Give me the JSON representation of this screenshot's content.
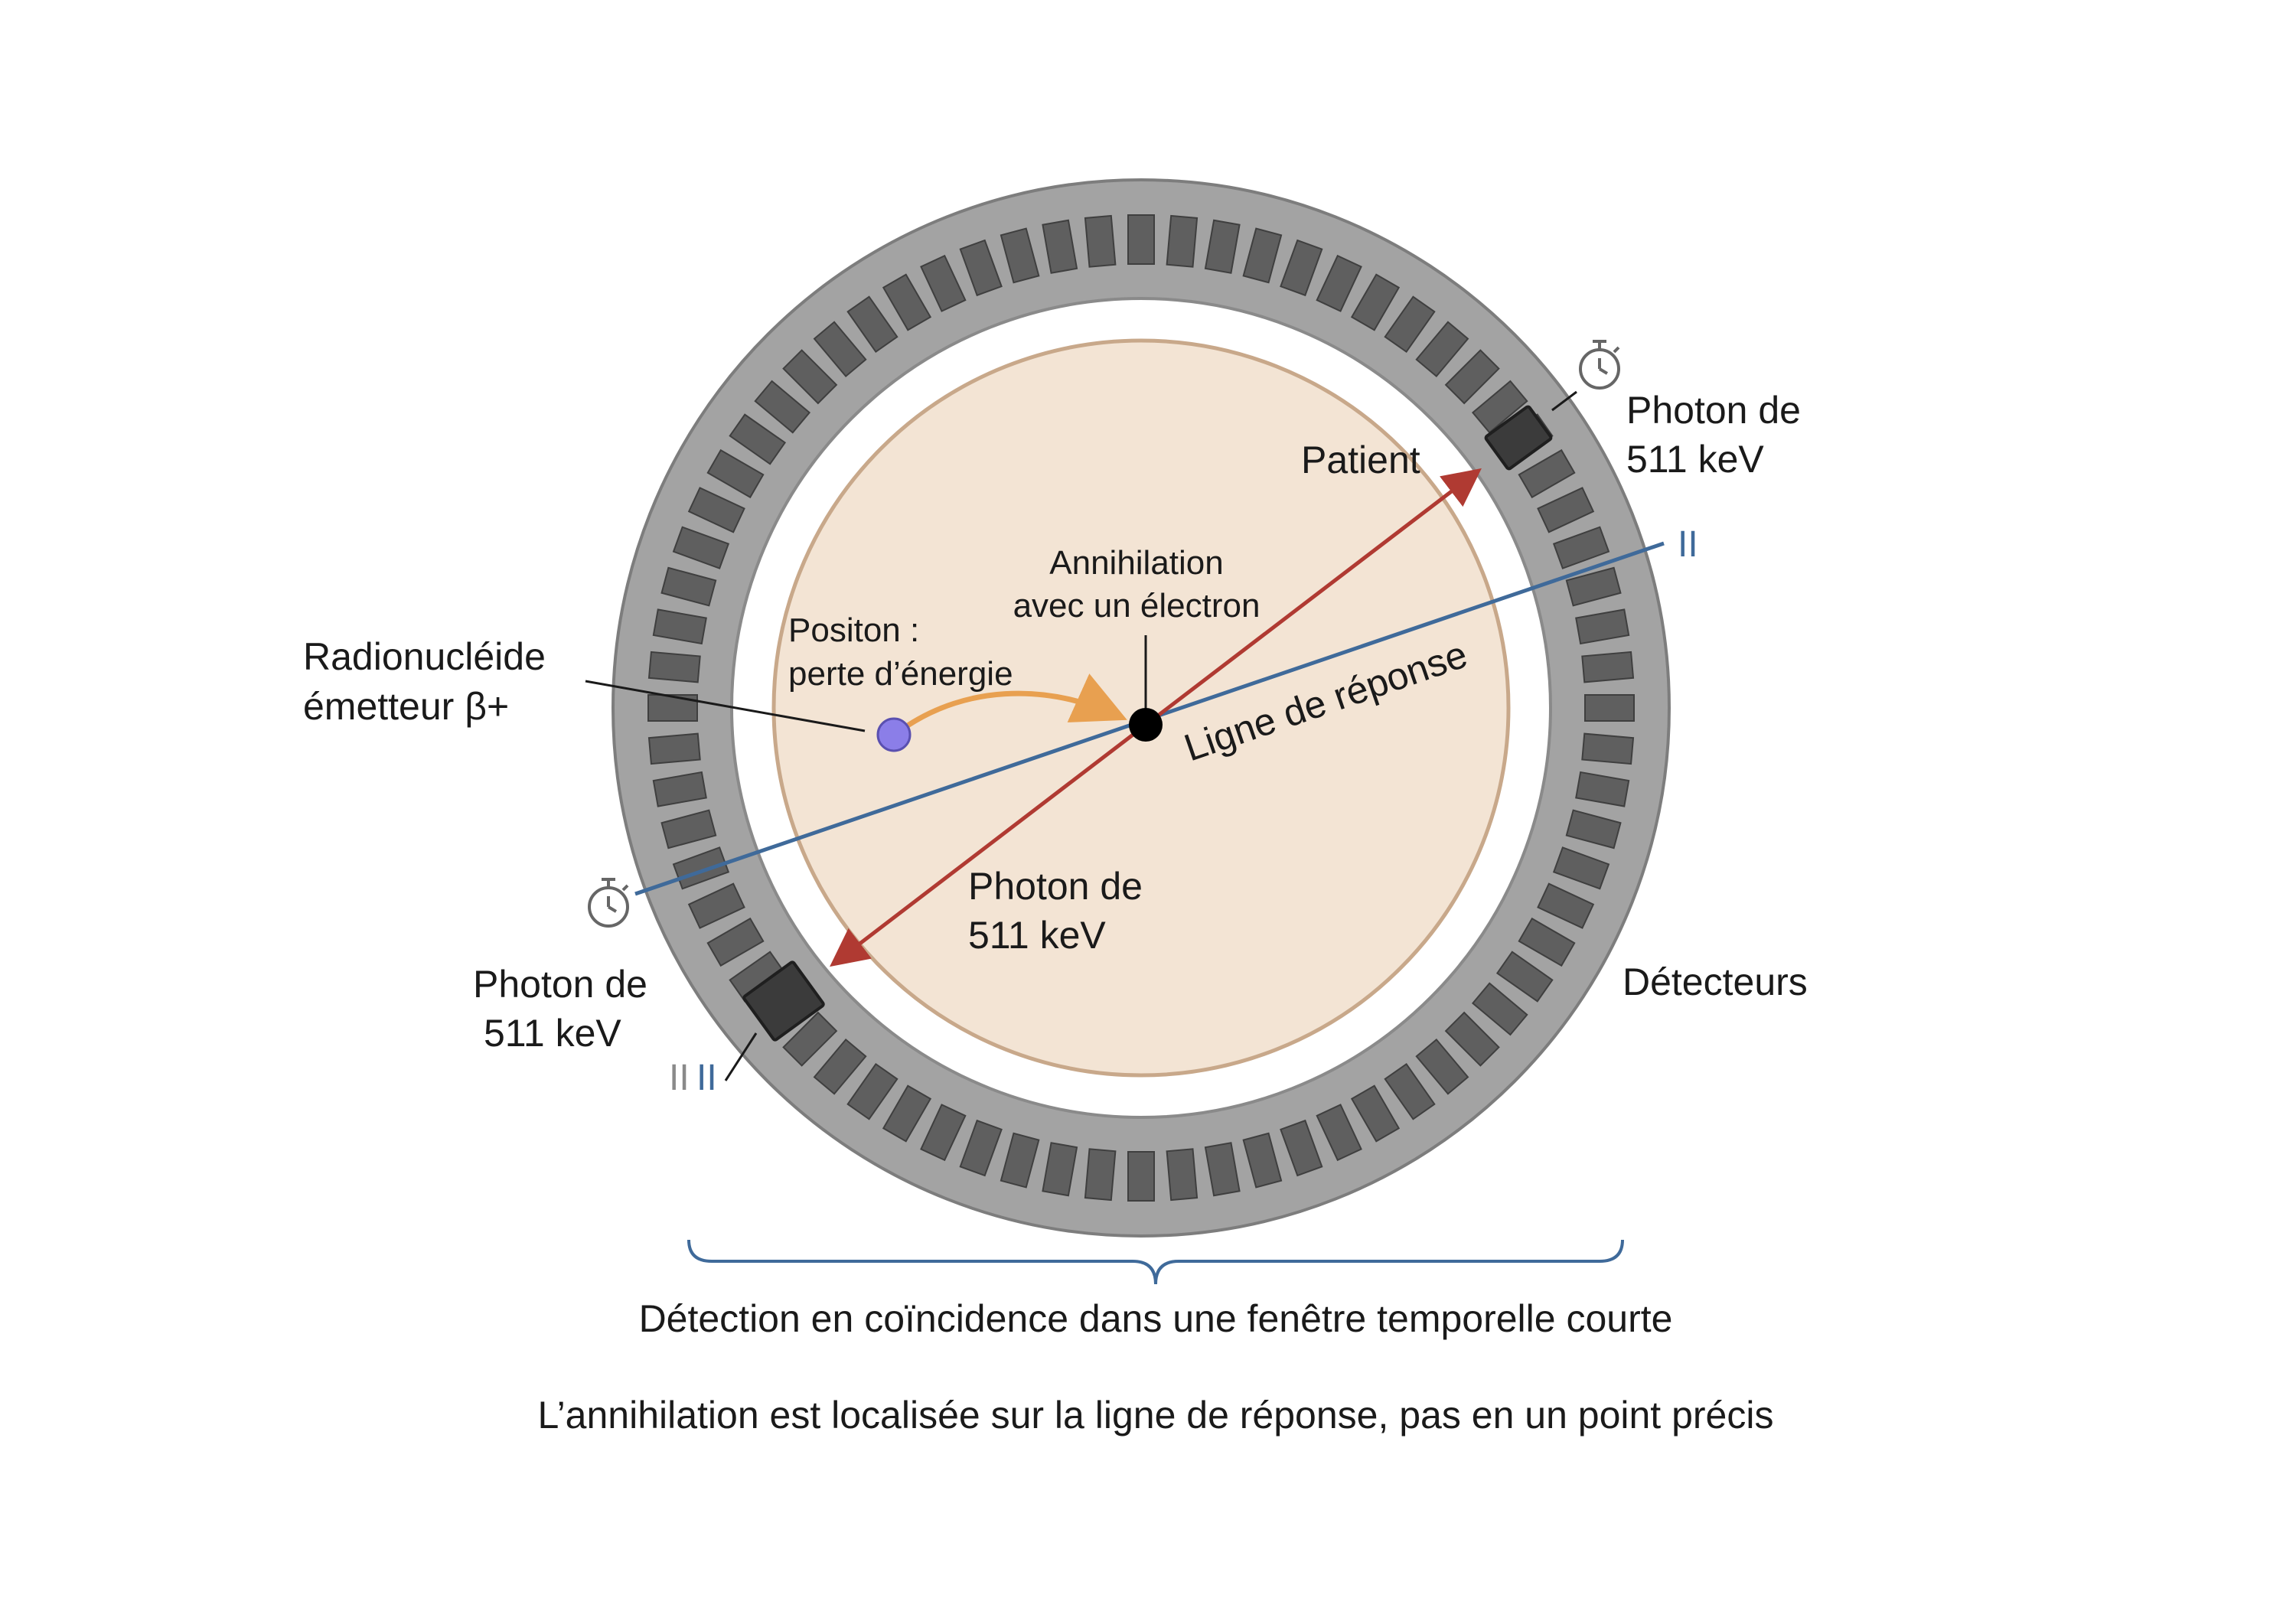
{
  "labels": {
    "patient": "Patient",
    "annihilation_l1": "Annihilation",
    "annihilation_l2": "avec un électron",
    "positon_l1": "Positon :",
    "positon_l2": "perte d’énergie",
    "radionuclide_l1": "Radionucléide",
    "radionuclide_l2": "émetteur β+",
    "line_of_response": "Ligne de réponse",
    "photon_tr_l1": "Photon de",
    "photon_tr_l2": "511 keV",
    "photon_center_l1": "Photon de",
    "photon_center_l2": "511 keV",
    "photon_bl_l1": "Photon de",
    "photon_bl_l2": "511 keV",
    "detectors": "Détecteurs",
    "mark_right": "II",
    "mark_left_grey": "II",
    "mark_left_blue": "II"
  },
  "captions": {
    "coincidence": "Détection en coïncidence dans une fenêtre temporelle courte",
    "localisation": "L’annihilation est localisée sur la ligne de réponse, pas en un point précis"
  },
  "icons": {
    "timer_top": "stopwatch-icon",
    "timer_left": "stopwatch-icon"
  },
  "colors": {
    "ring": "#9e9e9e",
    "ring_edge": "#7a7a7a",
    "detector": "#5f5f5f",
    "detector_active": "#3a3a3a",
    "patient_fill": "#f3e4d4",
    "patient_edge": "#c8a88a",
    "photon_arrow": "#b03a32",
    "response_line": "#3f6a9a",
    "positon_arrow": "#e8a050",
    "radionuclide": "#8b7ee8",
    "annihilation_point": "#000000"
  }
}
